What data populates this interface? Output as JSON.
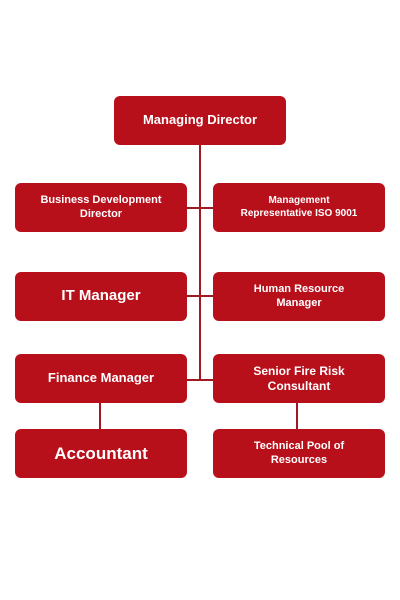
{
  "nodes": {
    "managing_director": "Managing Director",
    "business_development_director": "Business Development Director",
    "management_representative": "Management Representative ISO 9001",
    "it_manager": "IT Manager",
    "hr_manager": "Human Resource Manager",
    "finance_manager": "Finance Manager",
    "senior_fire_risk_consultant": "Senior Fire Risk Consultant",
    "accountant": "Accountant",
    "technical_pool": "Technical Pool of Resources"
  },
  "colors": {
    "box_fill": "#b8101b",
    "connector": "#a01820",
    "text": "#ffffff"
  }
}
